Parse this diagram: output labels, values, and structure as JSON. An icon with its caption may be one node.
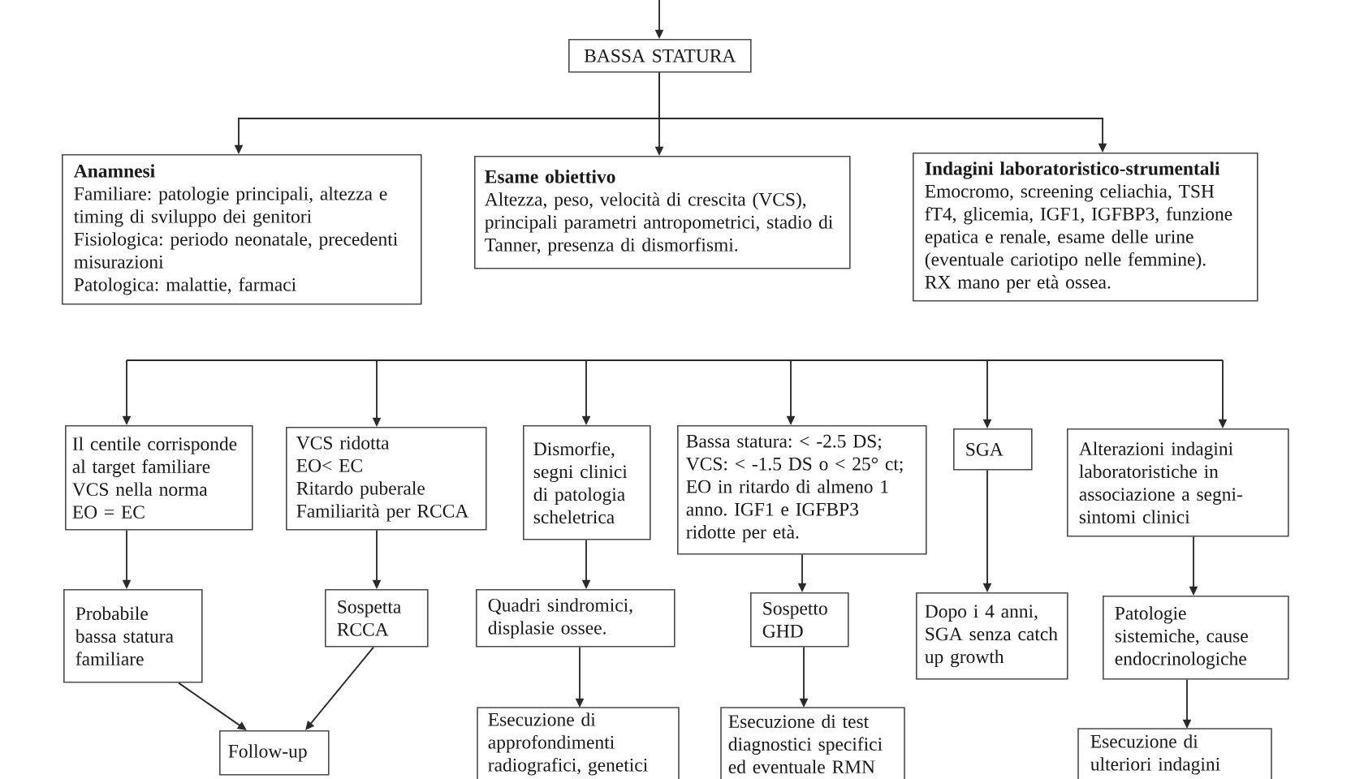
{
  "diagram": {
    "nodes": [
      {
        "text": [
          "BASSA STATURA"
        ]
      },
      {
        "text": [
          "Anamnesi",
          "Familiare: patologie principali, altezza e timing di sviluppo dei genitori",
          "Fisiologica: periodo neonatale, precedenti misurazioni",
          "Patologica: malattie, farmaci"
        ]
      },
      {
        "text": [
          "Esame obiettivo",
          "Altezza, peso, velocità di crescita (VCS), principali parametri antropometrici, stadio di Tanner, presenza di dismorfismi."
        ]
      },
      {
        "text": [
          "Indagini laboratoristico-strumentali",
          "Emocromo, screening celiachia, TSH fT4, glicemia, IGF1, IGFBP3, funzione epatica e renale, esame delle urine (eventuale cariotipo nelle femmine).",
          "RX mano per età ossea."
        ]
      },
      {
        "text": [
          "Il centile corrisponde al target familiare",
          "VCS nella norma",
          "EO = EC"
        ]
      },
      {
        "text": [
          "VCS ridotta",
          "EO< EC",
          "Ritardo puberale",
          "Familiarità per RCCA"
        ]
      },
      {
        "text": [
          "Dismorfie, segni clinici di patologia scheletrica"
        ]
      },
      {
        "text": [
          "Bassa statura: < -2.5 DS;",
          "VCS: < -1.5 DS o < 25° ct;",
          "EO in ritardo di almeno 1 anno. IGF1 e IGFBP3 ridotte per età."
        ]
      },
      {
        "text": [
          "SGA"
        ]
      },
      {
        "text": [
          "Alterazioni indagini laboratoristiche in associazione a segni-sintomi clinici"
        ]
      },
      {
        "text": [
          "Probabile bassa statura familiare"
        ]
      },
      {
        "text": [
          "Sospetta RCCA"
        ]
      },
      {
        "text": [
          "Quadri sindromici, displasie ossee."
        ]
      },
      {
        "text": [
          "Sospetto GHD"
        ]
      },
      {
        "text": [
          "Dopo i 4 anni, SGA senza catch up growth"
        ]
      },
      {
        "text": [
          "Patologie sistemiche, cause endocrinologiche"
        ]
      },
      {
        "text": [
          "Follow-up"
        ]
      },
      {
        "text": [
          "Esecuzione di approfondimenti radiografici, genetici"
        ]
      },
      {
        "text": [
          "Esecuzione di test diagnostici specifici ed eventuale RMN"
        ]
      },
      {
        "text": [
          "Esecuzione di ulteriori indagini"
        ]
      }
    ],
    "edges": [
      {
        "from": null,
        "to": 0,
        "arrow": "to"
      },
      {
        "from": 0,
        "to": 1,
        "arrow": "to"
      },
      {
        "from": 0,
        "to": 2,
        "arrow": "to"
      },
      {
        "from": 0,
        "to": 3,
        "arrow": "to"
      },
      {
        "from": null,
        "to": 4,
        "arrow": "to"
      },
      {
        "from": null,
        "to": 5,
        "arrow": "to"
      },
      {
        "from": null,
        "to": 6,
        "arrow": "to"
      },
      {
        "from": null,
        "to": 7,
        "arrow": "to"
      },
      {
        "from": null,
        "to": 8,
        "arrow": "to"
      },
      {
        "from": null,
        "to": 9,
        "arrow": "to"
      },
      {
        "from": 4,
        "to": 10,
        "arrow": "to"
      },
      {
        "from": 5,
        "to": 11,
        "arrow": "to"
      },
      {
        "from": 6,
        "to": 12,
        "arrow": "to"
      },
      {
        "from": 7,
        "to": 13,
        "arrow": "to"
      },
      {
        "from": 8,
        "to": 14,
        "arrow": "to"
      },
      {
        "from": 9,
        "to": 15,
        "arrow": "to"
      },
      {
        "from": 10,
        "to": 16,
        "arrow": "to"
      },
      {
        "from": 11,
        "to": 16,
        "arrow": "to"
      },
      {
        "from": 12,
        "to": 17,
        "arrow": "to"
      },
      {
        "from": 13,
        "to": 18,
        "arrow": "to"
      },
      {
        "from": 15,
        "to": 19,
        "arrow": "to"
      }
    ]
  }
}
